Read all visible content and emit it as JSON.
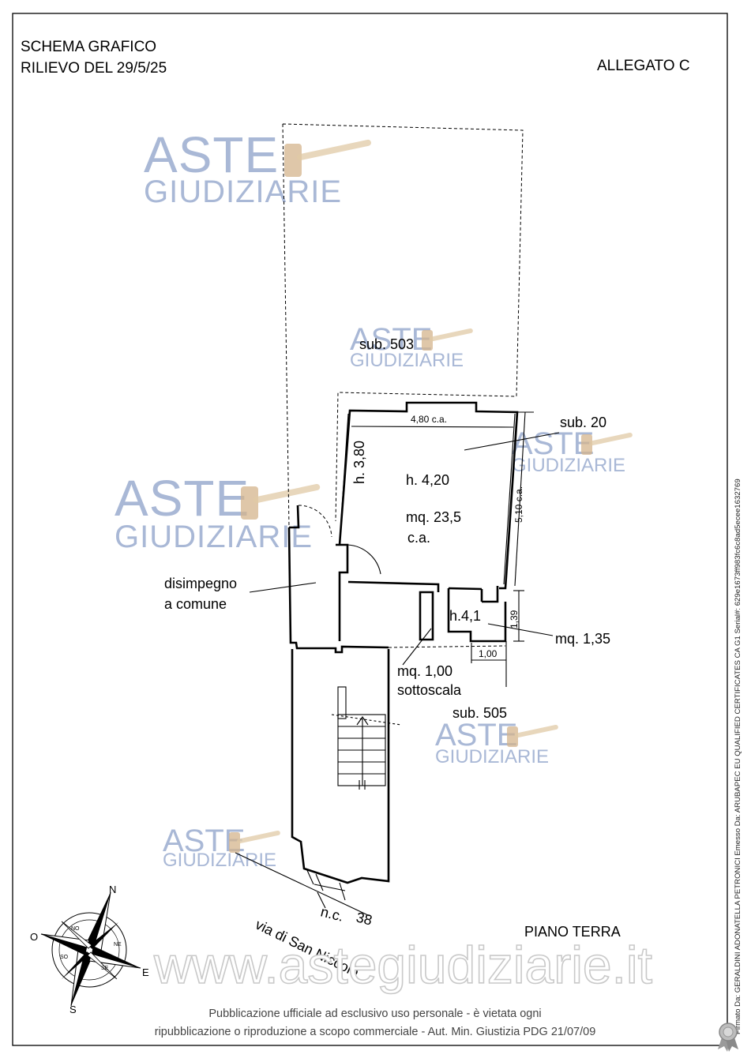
{
  "header": {
    "title_line1": "SCHEMA GRAFICO",
    "title_line2": "RILIEVO DEL 29/5/25",
    "attachment": "ALLEGATO C"
  },
  "watermark": {
    "word1": "ASTE",
    "word2": "GIUDIZIARIE",
    "website": "www.astegiudiziarie.it",
    "icon": "gavel-icon"
  },
  "plan_labels": {
    "sub_503": "sub. 503",
    "sub_20": "sub. 20",
    "sub_505": "sub. 505",
    "dim_width": "4,80 c.a.",
    "dim_depth": "h. 3,80",
    "dim_side": "5,10 c.a.",
    "room_height": "h. 4,20",
    "room_area": "mq. 23,5",
    "room_area_note": "c.a.",
    "corridor_line1": "disimpegno",
    "corridor_line2": "a comune",
    "small_height": "h.4,1",
    "small_dim_v": "1,39",
    "small_dim_h": "1,00",
    "small_area": "mq. 1,35",
    "under_stairs_area": "mq. 1,00",
    "under_stairs_label": "sottoscala",
    "civic_number": "n.c.",
    "civic_value": "38",
    "street": "via di San Niccolò",
    "floor": "PIANO TERRA"
  },
  "compass": {
    "north": "N",
    "south": "S",
    "east": "E",
    "west": "O",
    "ne": "NE",
    "nw": "NO",
    "se": "SE",
    "sw": "SO"
  },
  "footer": {
    "line1": "Pubblicazione ufficiale ad esclusivo uso personale - è vietata ogni",
    "line2": "ripubblicazione o riproduzione a scopo commerciale - Aut. Min. Giustizia PDG 21/07/09"
  },
  "signature": "Firmato Da: GERALDINI ADONATELLA PETRONICI Emesso Da: ARUBAPEC EU QUALIFIED CERTIFICATES CA G1 Serial#: 629e1673ff983fc6c8ad5ecee1632769",
  "seal_icon": "award-seal-icon"
}
